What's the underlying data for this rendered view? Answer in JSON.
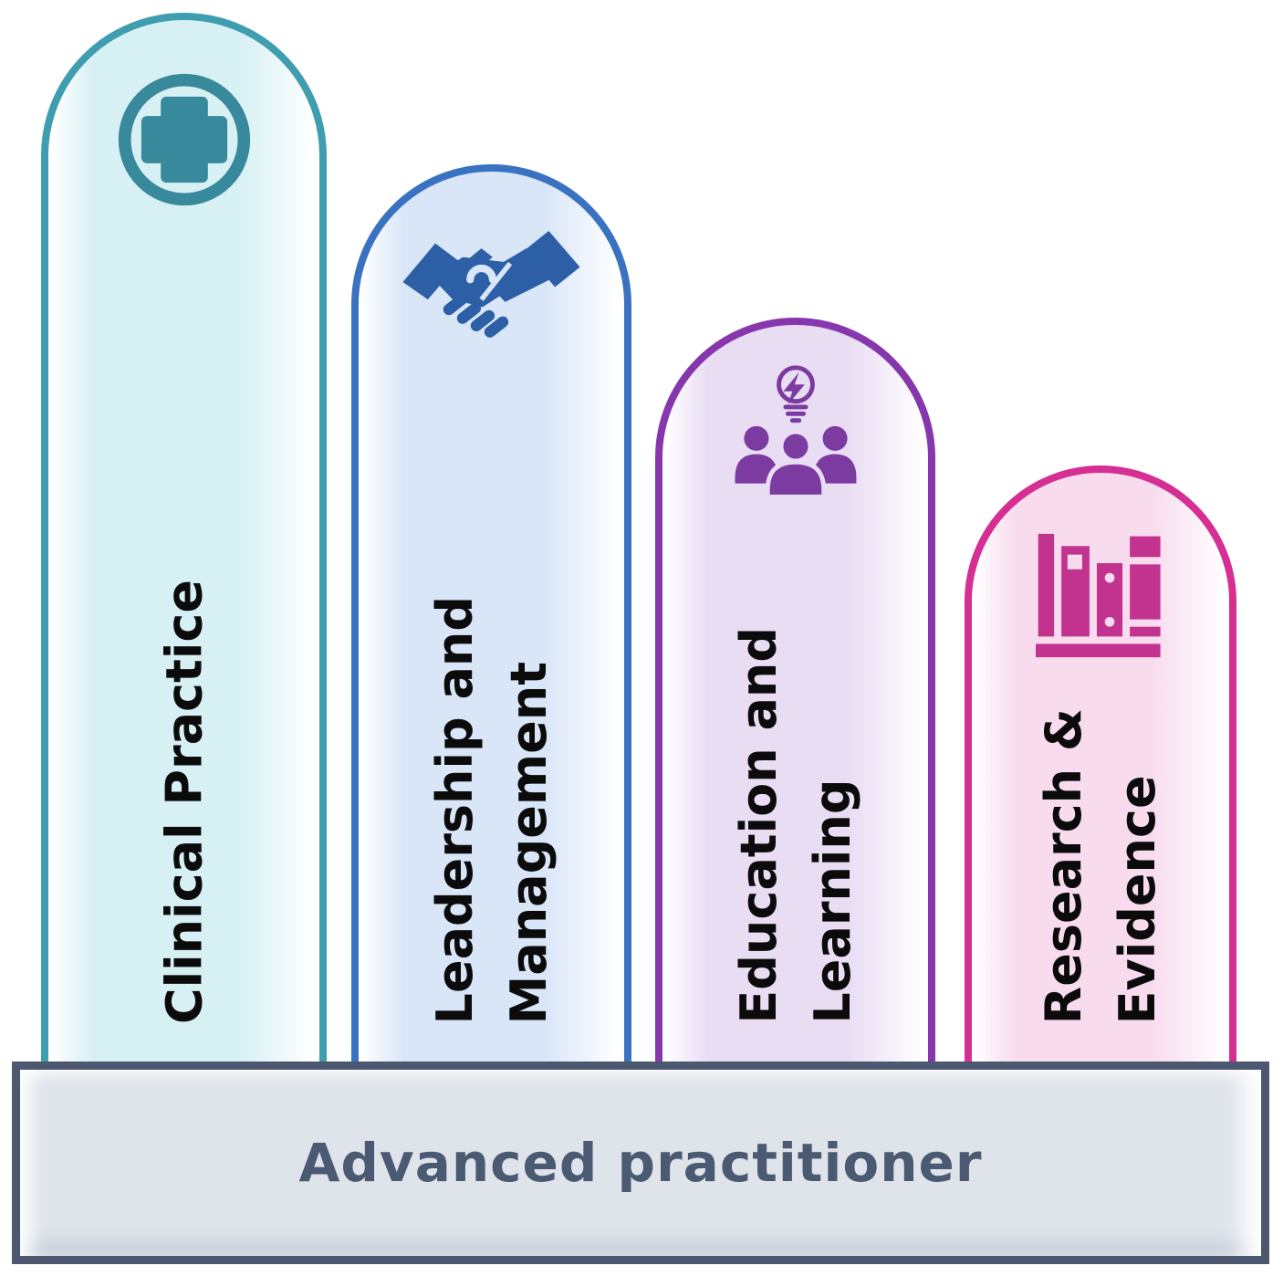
{
  "pillars": [
    {
      "name": "clinical-practice",
      "label_lines": [
        "Clinical Practice"
      ],
      "icon": "medical-cross-icon",
      "colors": {
        "border": "#3f9db0",
        "fill": "#d7f0f4",
        "icon": "#39899c",
        "label": "#0b0b0b"
      }
    },
    {
      "name": "leadership-and-management",
      "label_lines": [
        "Leadership and",
        "Management"
      ],
      "icon": "handshake-icon",
      "colors": {
        "border": "#3a72c2",
        "fill": "#d9e6f8",
        "icon": "#2d5fa6",
        "label": "#0b0b0b"
      }
    },
    {
      "name": "education-and-learning",
      "label_lines": [
        "Education and",
        "Learning"
      ],
      "icon": "team-idea-icon",
      "colors": {
        "border": "#8737ae",
        "fill": "#e9ddf4",
        "icon": "#7b3ba0",
        "label": "#0b0b0b"
      }
    },
    {
      "name": "research-and-evidence",
      "label_lines": [
        "Research &",
        "Evidence"
      ],
      "icon": "books-shelf-icon",
      "colors": {
        "border": "#d52f93",
        "fill": "#f8dcee",
        "icon": "#c23390",
        "label": "#0b0b0b"
      }
    }
  ],
  "base": {
    "label": "Advanced practitioner",
    "colors": {
      "border": "#4b5870",
      "fill": "#dfe3ea",
      "text": "#4a5a72"
    }
  }
}
